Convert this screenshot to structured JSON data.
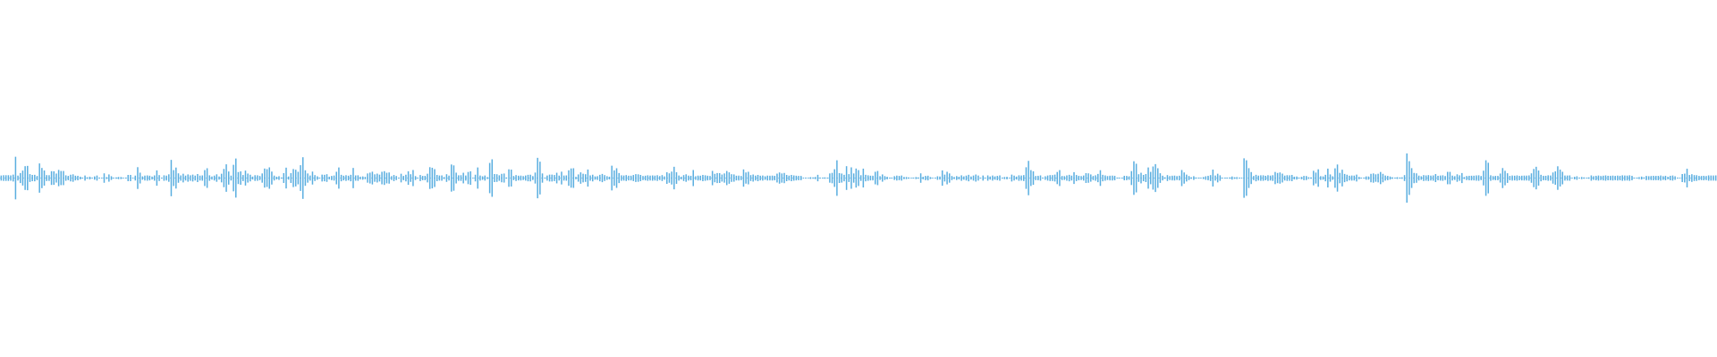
{
  "waveform": {
    "color": "#5aaee0",
    "background": "#ffffff",
    "icon": "audio-waveform",
    "peaks": [
      0.0026,
      0.0029,
      0.0029,
      0.0029,
      0.0027,
      0.0035,
      0.0217,
      0.0025,
      0.0051,
      0.0076,
      0.0121,
      0.0124,
      0.004,
      0.0032,
      0.0033,
      0.0021,
      0.0149,
      0.0103,
      0.0077,
      0.003,
      0.0029,
      0.007,
      0.0069,
      0.0046,
      0.0083,
      0.0072,
      0.0072,
      0.0028,
      0.0022,
      0.0034,
      0.0038,
      0.0024,
      0.0023,
      0.0014,
      0.0005,
      0.0026,
      0.0008,
      0.0014,
      0.0005,
      0.0017,
      0.0026,
      0.0005,
      0.0003,
      0.0048,
      0.001,
      0.0037,
      0.0019,
      0.0,
      0.0007,
      0.0011,
      0.001,
      0.0004,
      0.0,
      0.0032,
      0.0032,
      0.0,
      0.0025,
      0.0111,
      0.0055,
      0.0017,
      0.0025,
      0.0027,
      0.0024,
      0.0015,
      0.0027,
      0.0078,
      0.003,
      0.0,
      0.0028,
      0.0025,
      0.0038,
      0.0185,
      0.0081,
      0.0107,
      0.0048,
      0.0027,
      0.0044,
      0.0025,
      0.0037,
      0.0028,
      0.0035,
      0.0025,
      0.0041,
      0.0025,
      0.0027,
      0.0081,
      0.01,
      0.0028,
      0.0016,
      0.0025,
      0.0038,
      0.0016,
      0.0044,
      0.0093,
      0.014,
      0.0067,
      0.0025,
      0.0135,
      0.0199,
      0.0061,
      0.0068,
      0.0031,
      0.0076,
      0.0046,
      0.0034,
      0.0015,
      0.0029,
      0.0028,
      0.0021,
      0.0047,
      0.0097,
      0.0091,
      0.0109,
      0.0066,
      0.0025,
      0.0014,
      0.0019,
      0.0006,
      0.005,
      0.0106,
      0.0016,
      0.005,
      0.0092,
      0.0085,
      0.0064,
      0.0131,
      0.0212,
      0.0079,
      0.0047,
      0.0026,
      0.0066,
      0.003,
      0.0018,
      0.0,
      0.0035,
      0.0033,
      0.0039,
      0.0014,
      0.0022,
      0.0026,
      0.0064,
      0.0108,
      0.0033,
      0.0024,
      0.0029,
      0.0024,
      0.0033,
      0.0103,
      0.0027,
      0.0028,
      0.0014,
      0.0017,
      0.0012,
      0.0047,
      0.0055,
      0.0065,
      0.0038,
      0.0045,
      0.0035,
      0.0064,
      0.007,
      0.0054,
      0.0057,
      0.0019,
      0.0031,
      0.0021,
      0.0,
      0.0044,
      0.0022,
      0.0034,
      0.0069,
      0.0039,
      0.0082,
      0.002,
      0.0,
      0.0031,
      0.0022,
      0.0022,
      0.0044,
      0.0111,
      0.0105,
      0.0091,
      0.0032,
      0.0026,
      0.0027,
      0.001,
      0.0039,
      0.0025,
      0.0138,
      0.0129,
      0.0055,
      0.0028,
      0.0029,
      0.0054,
      0.0026,
      0.0062,
      0.0069,
      0.0,
      0.0034,
      0.0108,
      0.0026,
      0.0018,
      0.0026,
      0.001,
      0.0154,
      0.0191,
      0.0041,
      0.0039,
      0.0028,
      0.0043,
      0.0046,
      0.0006,
      0.0089,
      0.0086,
      0.0021,
      0.003,
      0.0024,
      0.0025,
      0.002,
      0.0026,
      0.0033,
      0.0034,
      0.002,
      0.0056,
      0.0206,
      0.0167,
      0.0047,
      0.0005,
      0.0026,
      0.0035,
      0.0035,
      0.0031,
      0.0054,
      0.0025,
      0.0065,
      0.0026,
      0.0027,
      0.0079,
      0.0098,
      0.01,
      0.0013,
      0.0037,
      0.0058,
      0.0044,
      0.0039,
      0.0087,
      0.0027,
      0.0034,
      0.0017,
      0.0019,
      0.0033,
      0.0042,
      0.003,
      0.0019,
      0.0014,
      0.0126,
      0.0078,
      0.01,
      0.0051,
      0.0028,
      0.0026,
      0.003,
      0.0024,
      0.0024,
      0.0031,
      0.004,
      0.0038,
      0.0032,
      0.0021,
      0.0024,
      0.0028,
      0.0025,
      0.0027,
      0.0025,
      0.0029,
      0.002,
      0.003,
      0.0017,
      0.0059,
      0.0048,
      0.0066,
      0.0115,
      0.0059,
      0.0026,
      0.0014,
      0.003,
      0.0038,
      0.0025,
      0.0023,
      0.0082,
      0.0018,
      0.0025,
      0.0024,
      0.0032,
      0.0028,
      0.0024,
      0.0021,
      0.0073,
      0.0043,
      0.0051,
      0.005,
      0.0036,
      0.0047,
      0.0072,
      0.0058,
      0.0039,
      0.0037,
      0.0024,
      0.0025,
      0.0021,
      0.0088,
      0.0057,
      0.0064,
      0.003,
      0.0036,
      0.0025,
      0.0032,
      0.0024,
      0.0026,
      0.0018,
      0.0025,
      0.0024,
      0.0025,
      0.0023,
      0.0045,
      0.0057,
      0.0047,
      0.0052,
      0.0032,
      0.0025,
      0.0032,
      0.0027,
      0.0024,
      0.0022,
      0.0022,
      0.0,
      0.0,
      0.0,
      0.0009,
      0.0007,
      0.0011,
      0.0033,
      0.0005,
      0.0,
      0.0007,
      0.0,
      0.0047,
      0.0053,
      0.009,
      0.0181,
      0.005,
      0.0046,
      0.0033,
      0.0121,
      0.004,
      0.0109,
      0.0047,
      0.0097,
      0.0081,
      0.0029,
      0.0096,
      0.0033,
      0.0028,
      0.0024,
      0.0024,
      0.0064,
      0.0072,
      0.0019,
      0.0037,
      0.002,
      0.0013,
      0.0004,
      0.0,
      0.0019,
      0.0025,
      0.0022,
      0.0026,
      0.0011,
      0.0011,
      0.0007,
      0.0002,
      0.0,
      0.001,
      0.0007,
      0.0048,
      0.0013,
      0.0022,
      0.0024,
      0.001,
      0.0,
      0.0,
      0.0018,
      0.0016,
      0.0078,
      0.0035,
      0.0064,
      0.0047,
      0.0021,
      0.001,
      0.002,
      0.0014,
      0.0028,
      0.0017,
      0.0025,
      0.0033,
      0.0016,
      0.0026,
      0.0036,
      0.0026,
      0.0,
      0.0026,
      0.0,
      0.0027,
      0.0016,
      0.0026,
      0.0017,
      0.0022,
      0.0027,
      0.0005,
      0.0011,
      0.0013,
      0.0,
      0.0035,
      0.0025,
      0.0015,
      0.0028,
      0.0026,
      0.003,
      0.011,
      0.0175,
      0.0081,
      0.0069,
      0.0021,
      0.0023,
      0.0027,
      0.0005,
      0.0018,
      0.0026,
      0.003,
      0.003,
      0.0035,
      0.0062,
      0.0081,
      0.0021,
      0.0019,
      0.0027,
      0.0033,
      0.0025,
      0.006,
      0.0031,
      0.0023,
      0.002,
      0.0026,
      0.005,
      0.0048,
      0.0037,
      0.0021,
      0.0028,
      0.0042,
      0.008,
      0.0033,
      0.0027,
      0.002,
      0.0024,
      0.0025,
      0.0023,
      0.0,
      0.0,
      0.0,
      0.0023,
      0.0022,
      0.0018,
      0.0071,
      0.0171,
      0.0146,
      0.0039,
      0.0054,
      0.0032,
      0.0041,
      0.0108,
      0.0063,
      0.0118,
      0.0142,
      0.01,
      0.0049,
      0.0024,
      0.0008,
      0.003,
      0.002,
      0.0024,
      0.0025,
      0.002,
      0.0024,
      0.0082,
      0.0057,
      0.0035,
      0.0021,
      0.0008,
      0.0019,
      0.0006,
      0.0,
      0.0,
      0.001,
      0.0018,
      0.0023,
      0.003,
      0.0086,
      0.0026,
      0.0044,
      0.0028,
      0.0,
      0.0,
      0.0,
      0.0007,
      0.0016,
      0.0008,
      0.001,
      0.0,
      0.0,
      0.0201,
      0.0181,
      0.0101,
      0.0061,
      0.0021,
      0.0033,
      0.0025,
      0.0028,
      0.0028,
      0.0023,
      0.0029,
      0.0025,
      0.0029,
      0.0062,
      0.0052,
      0.0057,
      0.0045,
      0.0025,
      0.0029,
      0.0028,
      0.0032,
      0.0014,
      0.0016,
      0.0,
      0.0012,
      0.0022,
      0.0021,
      0.0009,
      0.0007,
      0.0074,
      0.0056,
      0.0089,
      0.0019,
      0.0017,
      0.0033,
      0.0096,
      0.0037,
      0.0018,
      0.0099,
      0.0138,
      0.0053,
      0.0085,
      0.0042,
      0.0034,
      0.0024,
      0.0026,
      0.0025,
      0.0035,
      0.0012,
      0.0,
      0.0,
      0.0017,
      0.0016,
      0.0043,
      0.0047,
      0.0038,
      0.0044,
      0.0062,
      0.0043,
      0.0026,
      0.0022,
      0.0016,
      0.0008,
      0.0,
      0.0009,
      0.0006,
      0.0008,
      0.003,
      0.0251,
      0.0172,
      0.0101,
      0.0052,
      0.0048,
      0.0025,
      0.0018,
      0.003,
      0.0027,
      0.003,
      0.0025,
      0.0027,
      0.0041,
      0.0023,
      0.0026,
      0.0028,
      0.0021,
      0.0063,
      0.0063,
      0.0025,
      0.0019,
      0.0038,
      0.0028,
      0.0051,
      0.001,
      0.0021,
      0.0023,
      0.0024,
      0.0024,
      0.0027,
      0.0028,
      0.0021,
      0.0075,
      0.0181,
      0.0156,
      0.0028,
      0.002,
      0.0022,
      0.0022,
      0.0046,
      0.0102,
      0.0074,
      0.0049,
      0.0022,
      0.0026,
      0.0024,
      0.0027,
      0.0022,
      0.0024,
      0.0025,
      0.0025,
      0.0027,
      0.0048,
      0.0093,
      0.0115,
      0.0077,
      0.0033,
      0.0023,
      0.0023,
      0.0028,
      0.0026,
      0.0057,
      0.0068,
      0.012,
      0.0086,
      0.0064,
      0.0026,
      0.0026,
      0.0027,
      0.0004,
      0.0013,
      0.0018,
      0.0,
      0.0011,
      0.0007,
      0.0,
      0.0007,
      0.0027,
      0.0019,
      0.0023,
      0.0026,
      0.0021,
      0.0024,
      0.0027,
      0.0023,
      0.0023,
      0.0025,
      0.0022,
      0.0025,
      0.0023,
      0.0028,
      0.0026,
      0.0025,
      0.0028,
      0.0023,
      0.0,
      0.0002,
      0.001,
      0.0015,
      0.0008,
      0.0022,
      0.0019,
      0.0021,
      0.0023,
      0.0022,
      0.0022,
      0.0026,
      0.0019,
      0.0023,
      0.0013,
      0.0023,
      0.0026,
      0.0018,
      0.0,
      0.0,
      0.0041,
      0.0045,
      0.0095,
      0.0031,
      0.0039,
      0.003,
      0.0029,
      0.0022,
      0.0021,
      0.0023,
      0.0021,
      0.0027,
      0.0026,
      0.0026,
      0.0027
    ]
  }
}
